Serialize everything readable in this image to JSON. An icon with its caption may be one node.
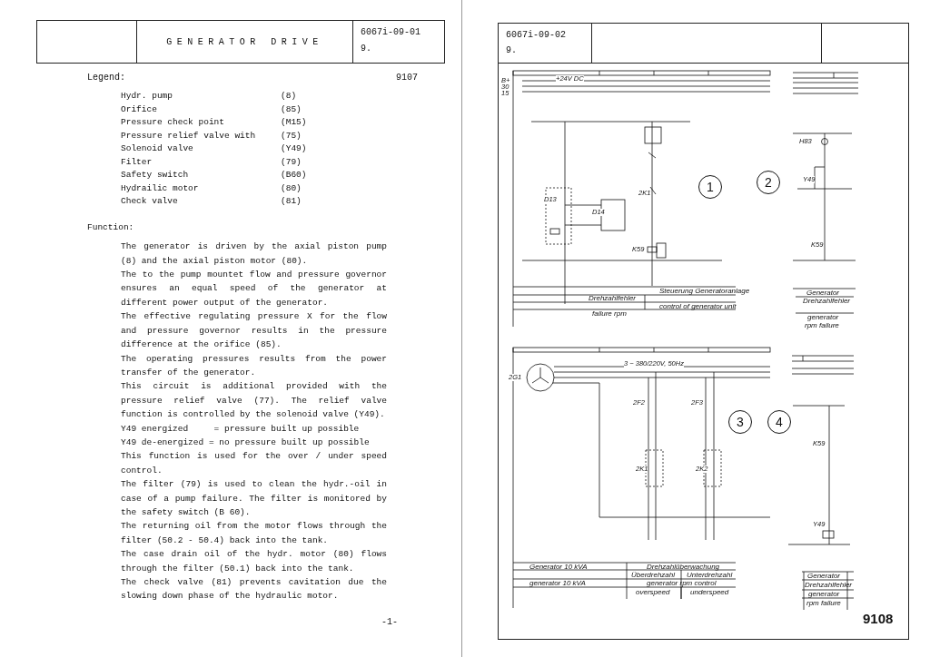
{
  "diagram": {
    "title": "GENERATOR DRIVE",
    "nodes": [
      {
        "text": [
          "1"
        ]
      },
      {
        "text": [
          "2"
        ]
      },
      {
        "text": [
          "3"
        ]
      },
      {
        "text": [
          "4"
        ]
      }
    ],
    "labels": [
      "6067i-09-01",
      "9.",
      "Legend:",
      "9107",
      "Hydr. pump",
      "(8)",
      "Orifice",
      "(85)",
      "Pressure check point",
      "(M15)",
      "Pressure relief valve with",
      "(75)",
      "Solenoid valve",
      "(Y49)",
      "Filter",
      "(79)",
      "Safety switch",
      "(B60)",
      "Hydrailic motor",
      "(80)",
      "Check valve",
      "(81)",
      "Function:",
      "The generator is driven by the axial piston pump (8) and the axial piston motor (80).",
      "The to the pump mountet flow and pressure governor ensures an equal speed of the generator at different power output of the generator.",
      "The effective regulating pressure X for the flow and pressure governor results in the pressure difference at the orifice (85).",
      "The operating pressures results from the power transfer of the generator.",
      "This circuit is additional provided with the pressure relief valve (77). The relief valve function is controlled by the solenoid valve (Y49).",
      "Y49 energized     = pressure built up possible",
      "Y49 de-energized = no pressure built up possible",
      "This function is used for the over / under speed control.",
      "The filter (79) is used to clean the hydr.-oil in case of a pump failure. The filter is monitored by the safety switch (B 60).",
      "The returning oil from the motor flows through the filter (50.2 - 50.4) back into the tank.",
      "The case drain oil of the hydr. motor (80) flows through the filter (50.1) back into the tank.",
      "The check valve (81) prevents cavitation due the slowing down phase of the hydraulic motor.",
      "-1-",
      "6067i-09-02",
      "9.",
      "B+",
      "30",
      "15",
      "+24V DC",
      "D13",
      "D14",
      "2K1",
      "K59",
      "H83",
      "Y49",
      "K59",
      "Steuerung Generatoranlage",
      "Drehzahlfehler",
      "control of generator unit",
      "failure rpm",
      "Generator",
      "Drehzahlfehler",
      "generator",
      "rpm failure",
      "2G1",
      "3 ~ 380/220V, 50Hz",
      "2F2",
      "2F3",
      "2K1",
      "2K2",
      "K59",
      "Y49",
      "Generator 10 kVA",
      "Drehzahlüberwachung",
      "Überdrehzahl",
      "Unterdrehzahl",
      "generator 10 kVA",
      "generator rpm control",
      "overspeed",
      "underspeed",
      "Generator",
      "Drehzahlfehler",
      "generator",
      "rpm failure",
      "9108"
    ]
  }
}
